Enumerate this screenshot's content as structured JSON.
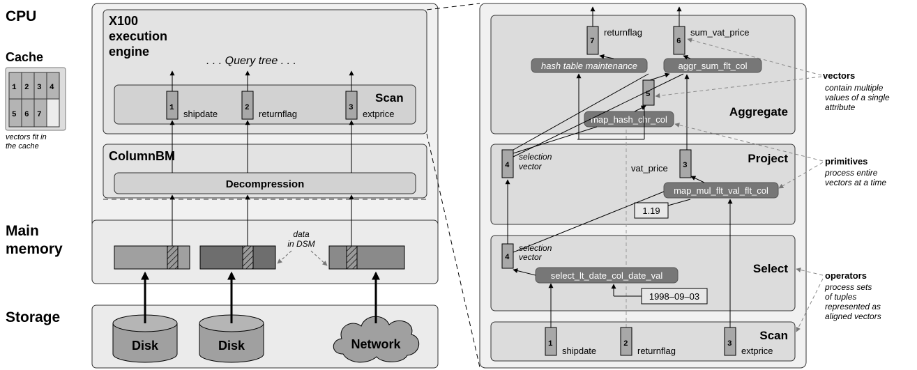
{
  "left_labels": {
    "cpu": "CPU",
    "cache": "Cache",
    "cache_cells": [
      "1",
      "2",
      "3",
      "4",
      "5",
      "6",
      "7"
    ],
    "cache_note_1": "vectors fit in",
    "cache_note_2": "the cache",
    "main_memory_1": "Main",
    "main_memory_2": "memory",
    "storage": "Storage"
  },
  "engine": {
    "title_1": "X100",
    "title_2": "execution",
    "title_3": "engine",
    "query_tree": ". . . Query tree . . .",
    "scan_label": "Scan",
    "columns": [
      {
        "num": "1",
        "name": "shipdate"
      },
      {
        "num": "2",
        "name": "returnflag"
      },
      {
        "num": "3",
        "name": "extprice"
      }
    ]
  },
  "columnbm": {
    "title": "ColumnBM",
    "decompression": "Decompression"
  },
  "memory": {
    "note_1": "data",
    "note_2": "in DSM"
  },
  "storage": {
    "disk_1": "Disk",
    "disk_2": "Disk",
    "network": "Network"
  },
  "operators": {
    "aggregate": {
      "label": "Aggregate",
      "returnflag_num": "7",
      "returnflag_name": "returnflag",
      "sum_num": "6",
      "sum_name": "sum_vat_price",
      "hash_table": "hash table maintenance",
      "aggr": "aggr_sum_flt_col",
      "vec5": "5",
      "map_hash": "map_hash_chr_col"
    },
    "project": {
      "label": "Project",
      "sel_num": "4",
      "sel_1": "selection",
      "sel_2": "vector",
      "vat_name": "vat_price",
      "vat_num": "3",
      "map_mul": "map_mul_flt_val_flt_col",
      "const": "1.19"
    },
    "select": {
      "label": "Select",
      "sel_num": "4",
      "sel_1": "selection",
      "sel_2": "vector",
      "prim": "select_lt_date_col_date_val",
      "const": "1998–09–03"
    },
    "scan": {
      "label": "Scan",
      "columns": [
        {
          "num": "1",
          "name": "shipdate"
        },
        {
          "num": "2",
          "name": "returnflag"
        },
        {
          "num": "3",
          "name": "extprice"
        }
      ]
    }
  },
  "annotations": {
    "vectors_title": "vectors",
    "vectors_1": "contain multiple",
    "vectors_2": "values of a single",
    "vectors_3": "attribute",
    "primitives_title": "primitives",
    "primitives_1": "process entire",
    "primitives_2": "vectors at a time",
    "operators_title": "operators",
    "operators_1": "process sets",
    "operators_2": "of tuples",
    "operators_3": "represented as",
    "operators_4": "aligned vectors"
  }
}
